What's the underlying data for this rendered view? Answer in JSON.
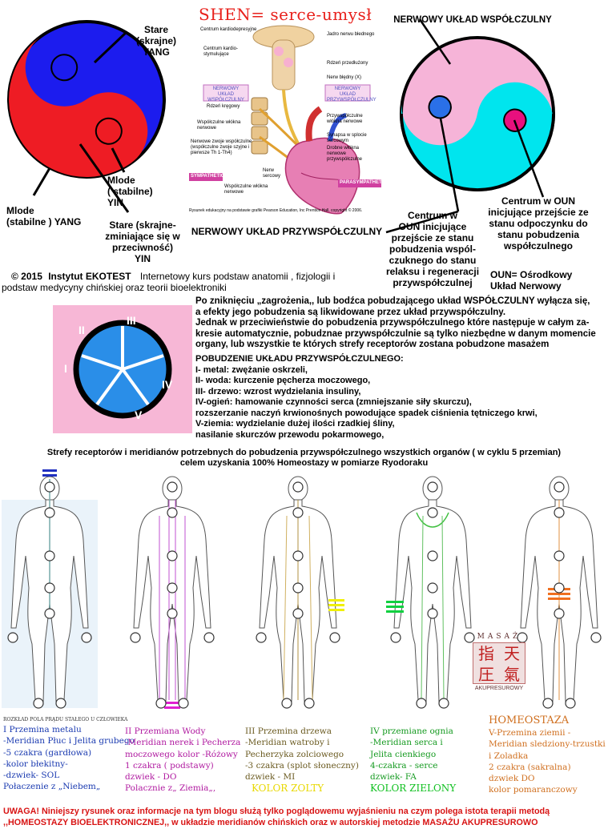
{
  "colors": {
    "yang": "#ee1c24",
    "yin": "#1c1cee",
    "cyan": "#00e5ee",
    "pink": "#f6b4d8",
    "shen_title": "#e8201b",
    "wuxing_bg": "#f7b7d6",
    "wuxing_blue": "#2a8ee8",
    "warning": "#d81414"
  },
  "left_yinyang": {
    "label_old_yang": "Stare\n(skrajne)\nYANG",
    "label_young_yin": "Mlode\n( stabilne)\nYIN",
    "label_young_yang": "Mlode\n(stabilne ) YANG",
    "label_old_yin": "Stare (skrajne-\nzminiające się w\nprzeciwność)\nYIN"
  },
  "center_figure": {
    "title": "SHEN= serce-umysł",
    "caption": "NERWOWY UKŁAD PRZYWSPÓŁCZULNY",
    "labels": [
      "Centrum kardiodepresyjne",
      "Jadro nerwu błednego",
      "Centrum kardio-\nstymulujące",
      "Rdzeń przedłużony",
      "Nerw błędny (X)",
      "NERWOWY UKŁAD\nWSPÓŁCZULNY",
      "NERWOWY UKŁAD\nPRZYWSPÓŁCZULNY",
      "Rdzeń kręgowy",
      "Współczulne włókna\nnerwowe",
      "Przywspółczulne\nwłókna nerwowe",
      "Synapsa w splocie\nsercowym",
      "Nerwowe zwoje współczulne\n(współczulne zwoje szyjne i\npierwsze Th 1-Th4)",
      "Drobne włókna\nnerwowe\nprzywspółczulne",
      "Nerw\nsercowy",
      "Współczulne włókna\nnerwowe",
      "SYMPATHETIC",
      "PARASYMPATHETIC"
    ],
    "credit": "Rysunek edukacyjny na podstawie grafiki Pearson Education, Inc Prentice Hall, copyright © 2006."
  },
  "right_yinyang": {
    "title": "NERWOWY UKŁAD WSPÓŁCZULNY",
    "label_left": "Centrum w\nOUN inicjujące\nprzejście ze stanu\npobudzenia wspól-\nczuknego do stanu\nrelaksu i regeneracji\nprzywspółczulnej",
    "label_right": "Centrum w OUN\ninicjujące przejście ze\nstanu odpoczynku do\nstanu pobudzenia\nwspółczulnego",
    "oun_note": "OUN= Ośrodkowy\nUkład Nerwowy"
  },
  "copyright": {
    "prefix": "© 2015",
    "org": "Instytut EKOTEST",
    "text1": "Internetowy kurs podstaw anatomii , fizjologii i",
    "text2": "podstaw medycyny chińskiej oraz teorii bioelektroniki"
  },
  "wuxing": {
    "roman": [
      "I",
      "II",
      "III",
      "IV",
      "V"
    ]
  },
  "explanation": {
    "lines": [
      "Po zniknięciu „zagrożenia,, lub bodźca pobudzającego układ WSPÓŁCZULNY wyłącza się,",
      " a efekty jego pobudzenia są likwidowane przez układ przywspółczulny.",
      "Jednak  w przeciwieństwie do pobudzenia przywspółczulnego które następuje w całym za-",
      "kresie automatycznie, pobudznae przywspółczulnie są tylko niezbędne w danym momencie",
      "organy, lub wszystkie te których strefy receptorów  zostana pobudzone masażem"
    ],
    "excitation_title": "POBUDZENIE UKŁADU PRZYWSPÓŁCZULNEGO:",
    "excitation": [
      " I- metal: zwężanie oskrzeli,",
      " II- woda: kurczenie pęcherza moczowego,",
      "III- drzewo:  wzrost wydzielania insuliny,",
      "IV-ogień:  hamowanie czynności serca (zmniejszanie siły skurczu),",
      "       rozszerzanie naczyń krwionośnych powodujące spadek ciśnienia tętniczego krwi,",
      "V-ziemia:  wydzielanie dużej ilości rzadkiej śliny,",
      "      nasilanie skurczów przewodu pokarmowego,"
    ]
  },
  "zones_heading": {
    "line1": "Strefy  receptorów i meridianów potrzebnych do pobudzenia przywspółczulnego wszystkich organów ( w cyklu 5 przemian)",
    "line2": "celem uzyskania  100% Homeostazy w pomiarze Ryodoraku"
  },
  "figures": [
    {
      "name": "metal",
      "color": "#2636c8",
      "mark": "#2030c0"
    },
    {
      "name": "water",
      "color": "#c050d0",
      "mark": "#e020d0"
    },
    {
      "name": "wood",
      "color": "#c0a040",
      "mark": "#f0f000"
    },
    {
      "name": "fire",
      "color": "#40c040",
      "mark": "#10d040"
    },
    {
      "name": "earth",
      "color": "#e09040",
      "mark": "#f07020"
    }
  ],
  "massage_seal": {
    "label_top": "MASAŻ",
    "chars": [
      "指",
      "天",
      "圧",
      "氣"
    ],
    "label_bottom": "AKUPRESUROWY"
  },
  "legend": {
    "col1_title": "ROZKŁAD POLA PRĄDU STAŁEGO U CZŁOWIEKA",
    "col1": [
      "I Przemina metalu",
      "-Meridian Płuc i Jelita grubego",
      "-5 czakra (gardłowa)",
      "-kolor błekitny-",
      "-dzwiek- SOL",
      "Połaczenie z „Niebem„"
    ],
    "col2": [
      "II Przemiana Wody",
      "-Meridian nerek i Pecherza",
      "moczowego kolor -Różowy",
      "1 czakra ( podstawy)",
      "dzwiek - DO",
      "Polacznie z„ Ziemia„,"
    ],
    "col3": [
      "III Przemina drzewa",
      "-Meridian watroby i",
      "Pecherzyka zolciowego",
      "-3 czakra (splot słoneczny)",
      "dzwiek - MI",
      "KOLOR  ZOLTY"
    ],
    "col4": [
      "IV przemiane ognia",
      "-Meridian serca i",
      " Jelita cienkiego",
      "4-czakra - serce",
      "dzwiek- FA",
      "KOLOR  ZIELONY"
    ],
    "col5_title": "HOMEOSTAZA",
    "col5": [
      "V-Przemina ziemii -",
      "Meridian sledziony-trzustki",
      "i  Zoladka",
      "2 czakra (sakralna)",
      "dzwiek DO",
      "kolor pomaranczowy"
    ]
  },
  "warning": {
    "line1": "UWAGA! Niniejszy rysunek oraz informacje na tym blogu  służą tylko poglądowemu wyjaśnieniu na czym polega istota terapii metodą",
    "line2": ",,HOMEOSTAZY BIOELEKTRONICZNEJ,,  w układzie meridianów chińskich  oraz w autorskiej metodzie MASAŻU AKUPRESUROWO"
  }
}
